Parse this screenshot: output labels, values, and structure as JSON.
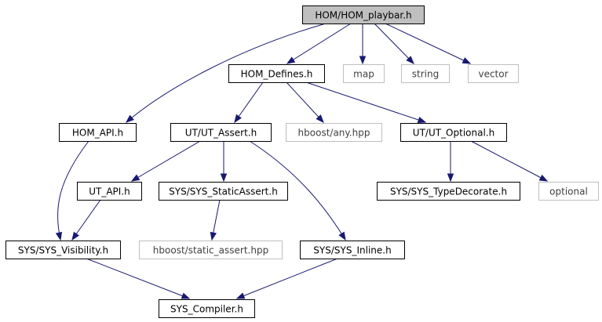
{
  "diagram": {
    "colors": {
      "edge": "#191970",
      "root_fill": "#bfbfbf",
      "node_border": "#000000",
      "external_border": "#bfbfbf",
      "external_text": "#404040"
    },
    "nodes": [
      {
        "id": "hom_playbar",
        "label": "HOM/HOM_playbar.h",
        "kind": "root"
      },
      {
        "id": "hom_defines",
        "label": "HOM_Defines.h",
        "kind": "file"
      },
      {
        "id": "map",
        "label": "map",
        "kind": "external"
      },
      {
        "id": "string",
        "label": "string",
        "kind": "external"
      },
      {
        "id": "vector",
        "label": "vector",
        "kind": "external"
      },
      {
        "id": "hom_api",
        "label": "HOM_API.h",
        "kind": "file"
      },
      {
        "id": "ut_assert",
        "label": "UT/UT_Assert.h",
        "kind": "file"
      },
      {
        "id": "hboost_any",
        "label": "hboost/any.hpp",
        "kind": "external"
      },
      {
        "id": "ut_optional",
        "label": "UT/UT_Optional.h",
        "kind": "file"
      },
      {
        "id": "ut_api",
        "label": "UT_API.h",
        "kind": "file"
      },
      {
        "id": "sys_staticassert",
        "label": "SYS/SYS_StaticAssert.h",
        "kind": "file"
      },
      {
        "id": "sys_typedecorate",
        "label": "SYS/SYS_TypeDecorate.h",
        "kind": "file"
      },
      {
        "id": "optional",
        "label": "optional",
        "kind": "external"
      },
      {
        "id": "sys_visibility",
        "label": "SYS/SYS_Visibility.h",
        "kind": "file"
      },
      {
        "id": "hboost_static_assert",
        "label": "hboost/static_assert.hpp",
        "kind": "external"
      },
      {
        "id": "sys_inline",
        "label": "SYS/SYS_Inline.h",
        "kind": "file"
      },
      {
        "id": "sys_compiler",
        "label": "SYS_Compiler.h",
        "kind": "file"
      }
    ],
    "edges": [
      {
        "from": "hom_playbar",
        "to": "hom_defines"
      },
      {
        "from": "hom_playbar",
        "to": "map"
      },
      {
        "from": "hom_playbar",
        "to": "string"
      },
      {
        "from": "hom_playbar",
        "to": "vector"
      },
      {
        "from": "hom_playbar",
        "to": "hom_api"
      },
      {
        "from": "hom_defines",
        "to": "ut_assert"
      },
      {
        "from": "hom_defines",
        "to": "hboost_any"
      },
      {
        "from": "hom_defines",
        "to": "ut_optional"
      },
      {
        "from": "hom_api",
        "to": "sys_visibility"
      },
      {
        "from": "ut_assert",
        "to": "ut_api"
      },
      {
        "from": "ut_assert",
        "to": "sys_staticassert"
      },
      {
        "from": "ut_assert",
        "to": "sys_inline"
      },
      {
        "from": "ut_optional",
        "to": "sys_typedecorate"
      },
      {
        "from": "ut_optional",
        "to": "optional"
      },
      {
        "from": "ut_api",
        "to": "sys_visibility"
      },
      {
        "from": "sys_staticassert",
        "to": "hboost_static_assert"
      },
      {
        "from": "sys_visibility",
        "to": "sys_compiler"
      },
      {
        "from": "sys_inline",
        "to": "sys_compiler"
      }
    ]
  }
}
